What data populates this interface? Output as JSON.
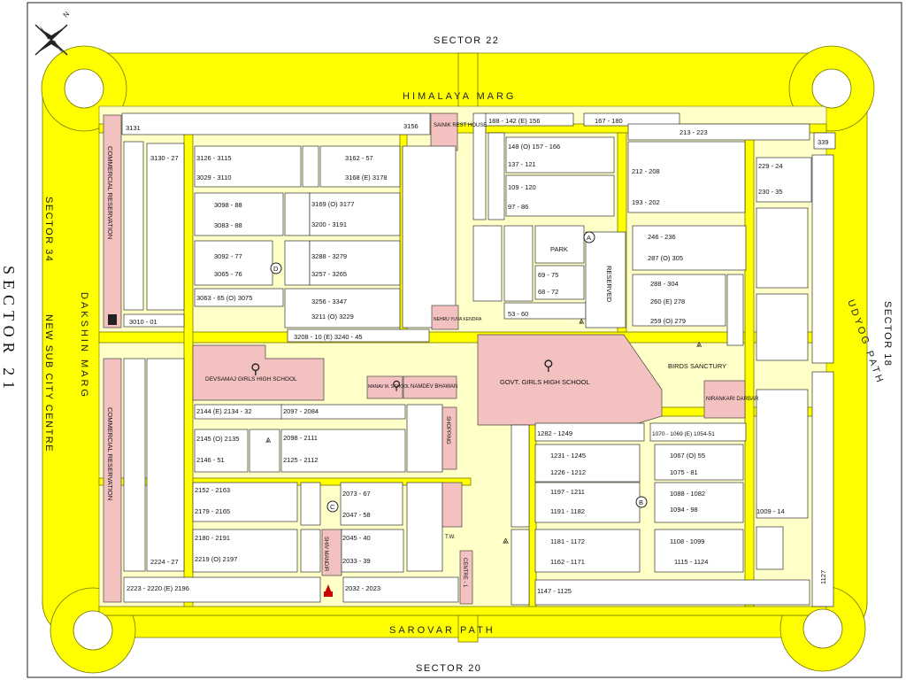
{
  "compass": {
    "north_label": "N"
  },
  "edges": {
    "top": "SECTOR 22",
    "bottom": "SECTOR 20",
    "left": "SECTOR 34",
    "right": "SECTOR 18",
    "far_left": "SECTOR 21",
    "left_inner": "NEW SUB CITY CENTRE"
  },
  "roads": {
    "north": "HIMALAYA MARG",
    "south": "SAROVAR PATH",
    "west": "DAKSHIN MARG",
    "east": "UDYOG PATH"
  },
  "institutions": {
    "commercial_reservation": "COMMERCIAL RESERVATION",
    "sainik_rest_house": "SAINIK REST HOUSE",
    "nehru_yuva_kendra": "NEHRU YUVA KENDRA",
    "devsamaj": "DEVSAMAJ GIRLS HIGH SCHOOL",
    "manav": "MANAV M. SCHOOL",
    "namdev": "NAMDEV BHAWAN",
    "shopping": "SHOPPING",
    "govt_school": "GOVT. GIRLS HIGH SCHOOL",
    "birds": "BIRDS SANCTURY",
    "nirankari": "NIRANKARI DARBAR",
    "park": "PARK",
    "reserved": "RESERVED",
    "shiv_mandir": "SHIV MANDIR",
    "centre": "CENTRE - 1",
    "tubewell": "T.W."
  },
  "plots": {
    "p3131": "3131",
    "p3156": "3156",
    "p188": "188 - 142 (E) 156",
    "p167": "167 - 180",
    "p213": "213 - 223",
    "p339": "339",
    "p3130": "3130 - 27",
    "p3126": "3126 - 3115",
    "p3029": "3029 - 3110",
    "p3162": "3162 - 57",
    "p3168": "3168 (E) 3178",
    "p3169": "3169 (O) 3177",
    "p3200": "3200 - 3191",
    "p3098": "3098 - 88",
    "p3083": "3083 - 88",
    "p3092": "3092 - 77",
    "p3065": "3065 - 76",
    "p3288": "3288 - 3279",
    "p3257": "3257 - 3265",
    "p3063": "3063 - 65 (O) 3075",
    "p3256": "3256 - 3347",
    "p3211": "3211 (O) 3229",
    "p3010": "3010 - 01",
    "p3208": "3208 - 10 (E) 3240 - 45",
    "p148": "148 (O) 157 - 166",
    "p137": "137 - 121",
    "p109": "109 - 120",
    "p97": "97 - 86",
    "p212": "212 - 208",
    "p193": "193 - 202",
    "p229": "229 - 24",
    "p230": "230 - 35",
    "p246": "246 - 236",
    "p287": "287 (O) 305",
    "p288": "288 - 304",
    "p260": "260 (E) 278",
    "p259": "259 (O) 279",
    "p69": "69 - 75",
    "p68": "68 - 72",
    "p53": "53 - 60",
    "p2144": "2144 (E) 2134 - 32",
    "p2097": "2097 - 2084",
    "p2145": "2145 (O) 2135",
    "p2146": "2146 - 51",
    "p2098": "2098 - 2111",
    "p2125": "2125 - 2112",
    "p2152": "2152 - 2163",
    "p2179": "2179 - 2165",
    "p2073": "2073 - 67",
    "p2047": "2047 - 58",
    "p2180": "2180 - 2191",
    "p2219": "2219 (O) 2197",
    "p2045": "2045 - 40",
    "p2033": "2033 - 39",
    "p2223": "2223 - 2220 (E) 2196",
    "p2032": "2032 - 2023",
    "p1282": "1282 - 1249",
    "p1070": "1070 - 1069 (E) 1054-51",
    "p1231": "1231 - 1245",
    "p1226": "1226 - 1212",
    "p1067": "1067 (O) 55",
    "p1075": "1075 - 81",
    "p1197": "1197 - 1211",
    "p1191": "1191 - 1182",
    "p1088": "1088 - 1082",
    "p1094": "1094 - 98",
    "p1009": "1009 - 14",
    "p1181": "1181 - 1172",
    "p1162": "1162 - 1171",
    "p1108": "1108 - 1099",
    "p1115": "1115 - 1124",
    "p1147": "1147 - 1125",
    "p1127": "1127",
    "p2224": "2224 - 27"
  },
  "markers": {
    "a": "A",
    "b": "B",
    "c": "C",
    "d": "D"
  }
}
